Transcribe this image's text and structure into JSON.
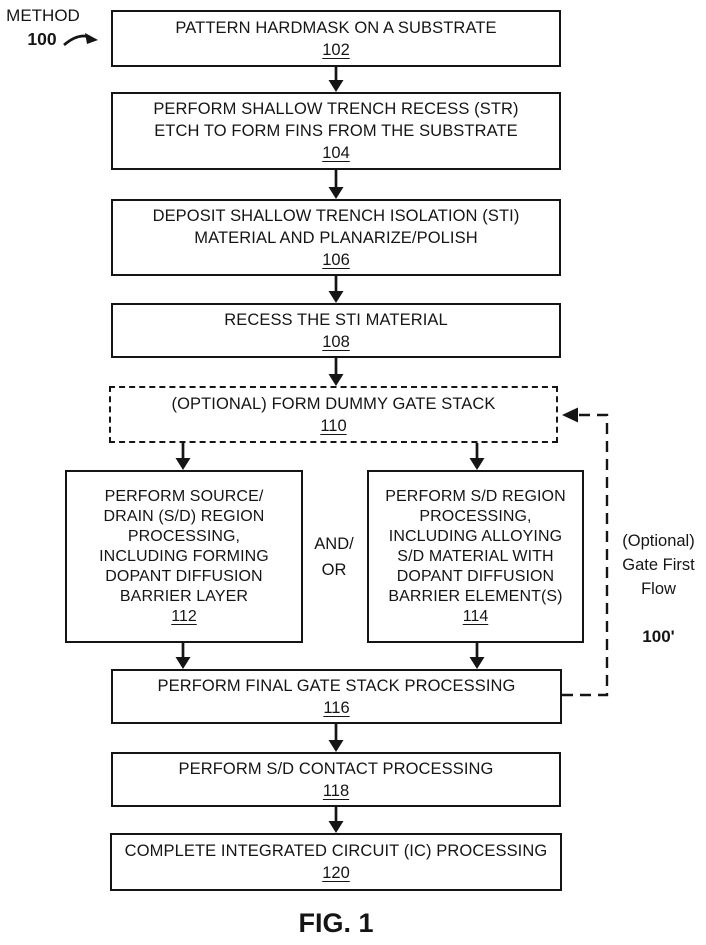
{
  "figure": {
    "method_label": "METHOD",
    "method_number": "100",
    "caption": "FIG. 1",
    "and_or_lines": [
      "AND/",
      "OR"
    ],
    "side_note": {
      "lines": [
        "(Optional)",
        "Gate First",
        "Flow"
      ],
      "number": "100'"
    }
  },
  "steps": {
    "s102": {
      "lines": [
        "PATTERN HARDMASK ON A SUBSTRATE"
      ],
      "num": "102"
    },
    "s104": {
      "lines": [
        "PERFORM SHALLOW TRENCH RECESS (STR)",
        "ETCH TO FORM FINS FROM THE SUBSTRATE"
      ],
      "num": "104"
    },
    "s106": {
      "lines": [
        "DEPOSIT SHALLOW TRENCH ISOLATION (STI)",
        "MATERIAL AND PLANARIZE/POLISH"
      ],
      "num": "106"
    },
    "s108": {
      "lines": [
        "RECESS THE STI MATERIAL"
      ],
      "num": "108"
    },
    "s110": {
      "lines": [
        "(OPTIONAL) FORM DUMMY GATE STACK"
      ],
      "num": "110"
    },
    "s112": {
      "lines": [
        "PERFORM SOURCE/",
        "DRAIN (S/D) REGION",
        "PROCESSING,",
        "INCLUDING FORMING",
        "DOPANT DIFFUSION",
        "BARRIER LAYER"
      ],
      "num": "112"
    },
    "s114": {
      "lines": [
        "PERFORM S/D REGION",
        "PROCESSING,",
        "INCLUDING ALLOYING",
        "S/D MATERIAL WITH",
        "DOPANT DIFFUSION",
        "BARRIER ELEMENT(S)"
      ],
      "num": "114"
    },
    "s116": {
      "lines": [
        "PERFORM FINAL GATE STACK PROCESSING"
      ],
      "num": "116"
    },
    "s118": {
      "lines": [
        "PERFORM S/D CONTACT PROCESSING"
      ],
      "num": "118"
    },
    "s120": {
      "lines": [
        "COMPLETE INTEGRATED CIRCUIT (IC) PROCESSING"
      ],
      "num": "120"
    }
  },
  "colors": {
    "ink": "#151515",
    "background": "#ffffff"
  }
}
